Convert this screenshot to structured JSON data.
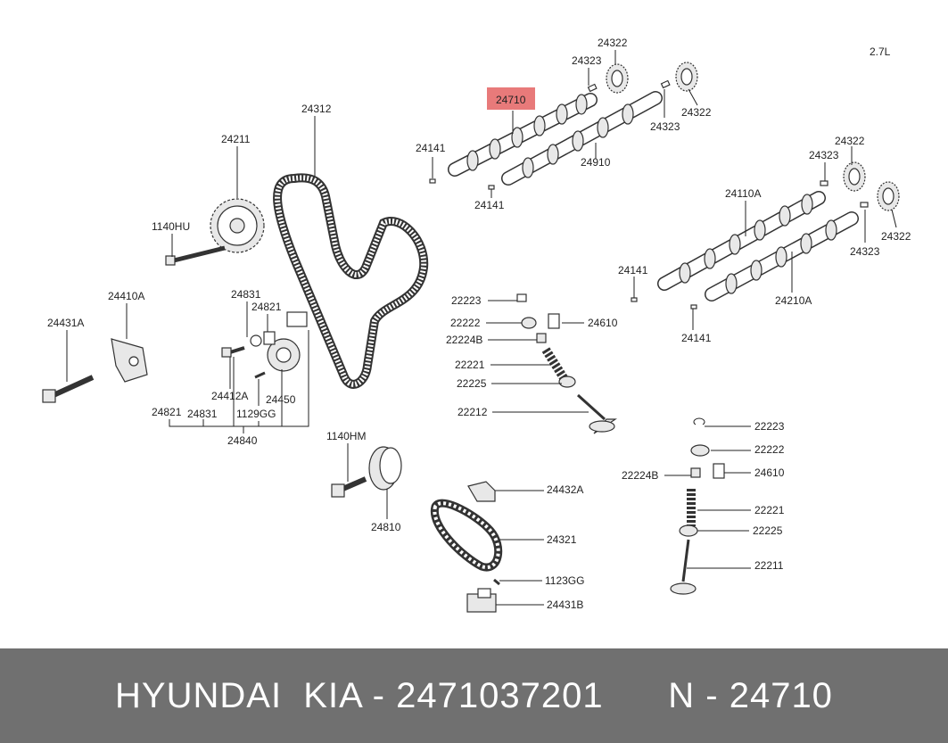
{
  "engine": "2.7L",
  "highlight_part": "24710",
  "labels": {
    "l24322a": "24322",
    "l24323a": "24323",
    "l24710": "24710",
    "l24322b": "24322",
    "l24323b": "24323",
    "l24141a": "24141",
    "l24910": "24910",
    "l24141b": "24141",
    "l24312": "24312",
    "l24211": "24211",
    "l1140hu": "1140HU",
    "l24322c": "24322",
    "l24323c": "24323",
    "l24110a": "24110A",
    "l24322d": "24322",
    "l24323d": "24323",
    "l24141c": "24141",
    "l24210a": "24210A",
    "l24141d": "24141",
    "l24410a": "24410A",
    "l24831a": "24831",
    "l24821a": "24821",
    "l24431a": "24431A",
    "l24412a": "24412A",
    "l24450": "24450",
    "l24821b": "24821",
    "l24831b": "24831",
    "l1129gg": "1129GG",
    "l24840": "24840",
    "l22223a": "22223",
    "l22222a": "22222",
    "l24610a": "24610",
    "l22224ba": "22224B",
    "l22221a": "22221",
    "l22225a": "22225",
    "l22212": "22212",
    "l1140hm": "1140HM",
    "l24810": "24810",
    "l24432a": "24432A",
    "l24321": "24321",
    "l1123gg": "1123GG",
    "l24431b": "24431B",
    "l22223b": "22223",
    "l22222b": "22222",
    "l22224bb": "22224B",
    "l24610b": "24610",
    "l22221b": "22221",
    "l22225b": "22225",
    "l22211": "22211"
  },
  "footer": {
    "brand": "HYUNDAI  KIA - 2471037201",
    "part": "N - 24710"
  }
}
